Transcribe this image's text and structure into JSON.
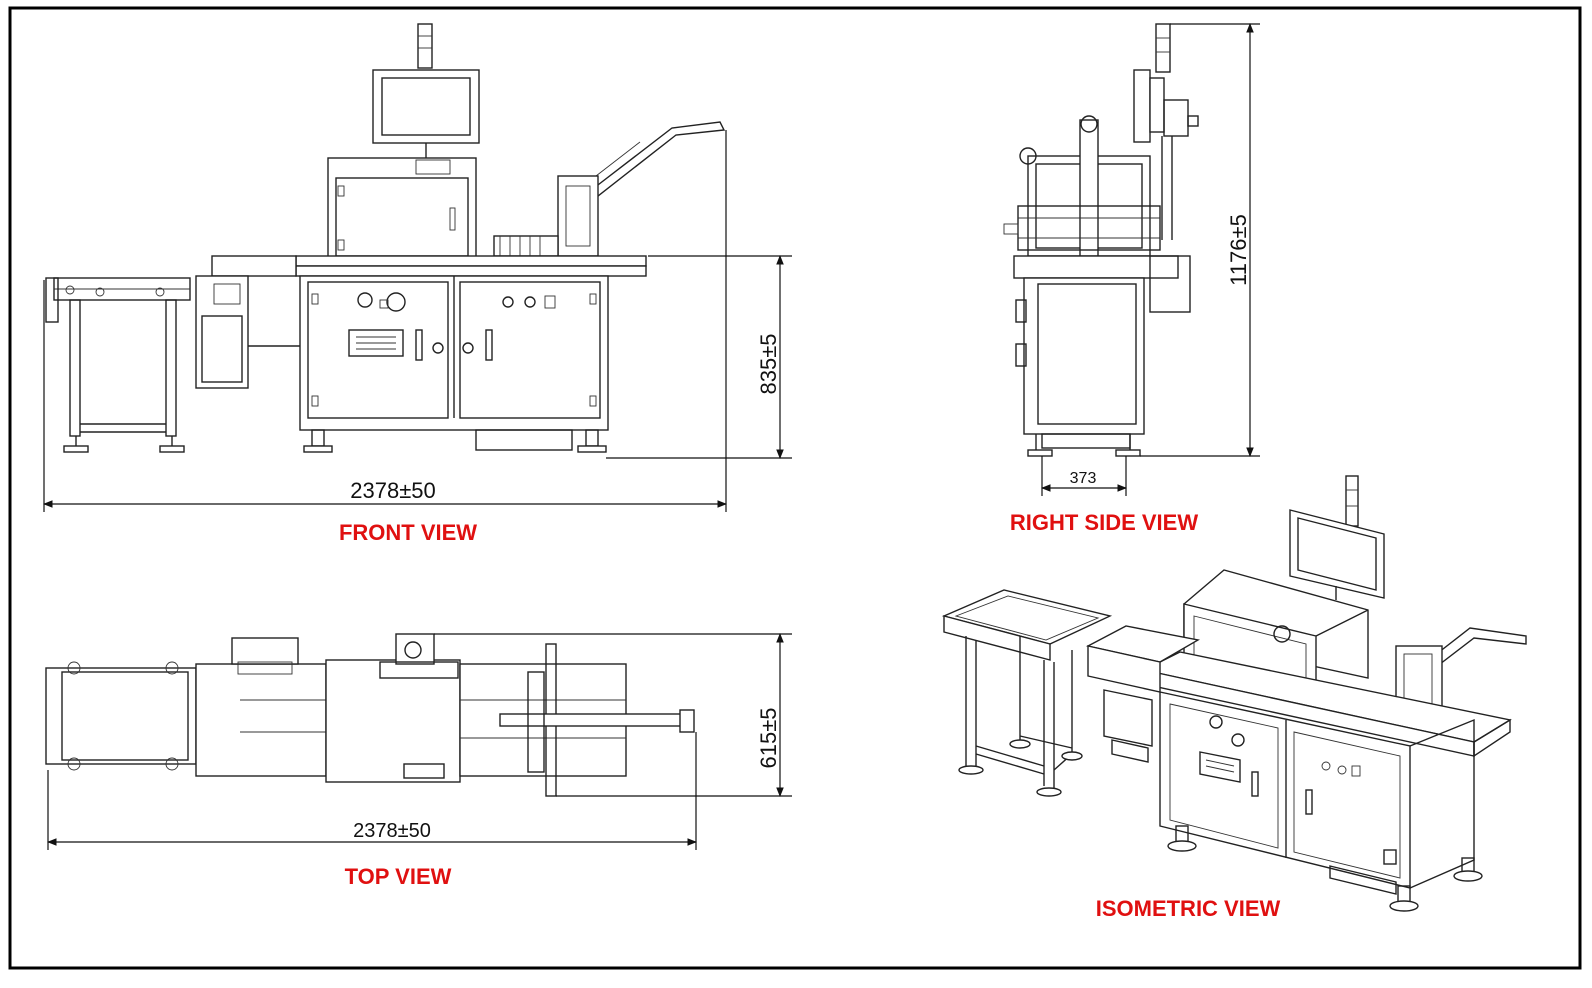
{
  "front_view": {
    "label": "FRONT VIEW",
    "width_dim": "2378±50",
    "height_dim": "835±5"
  },
  "right_side_view": {
    "label": "RIGHT SIDE VIEW",
    "height_dim": "1176±5",
    "depth_dim": "373"
  },
  "top_view": {
    "label": "TOP VIEW",
    "width_dim": "2378±50",
    "depth_dim": "615±5"
  },
  "isometric_view": {
    "label": "ISOMETRIC VIEW"
  },
  "colors": {
    "label": "#e01010",
    "line": "#222222",
    "frame": "#000000"
  }
}
